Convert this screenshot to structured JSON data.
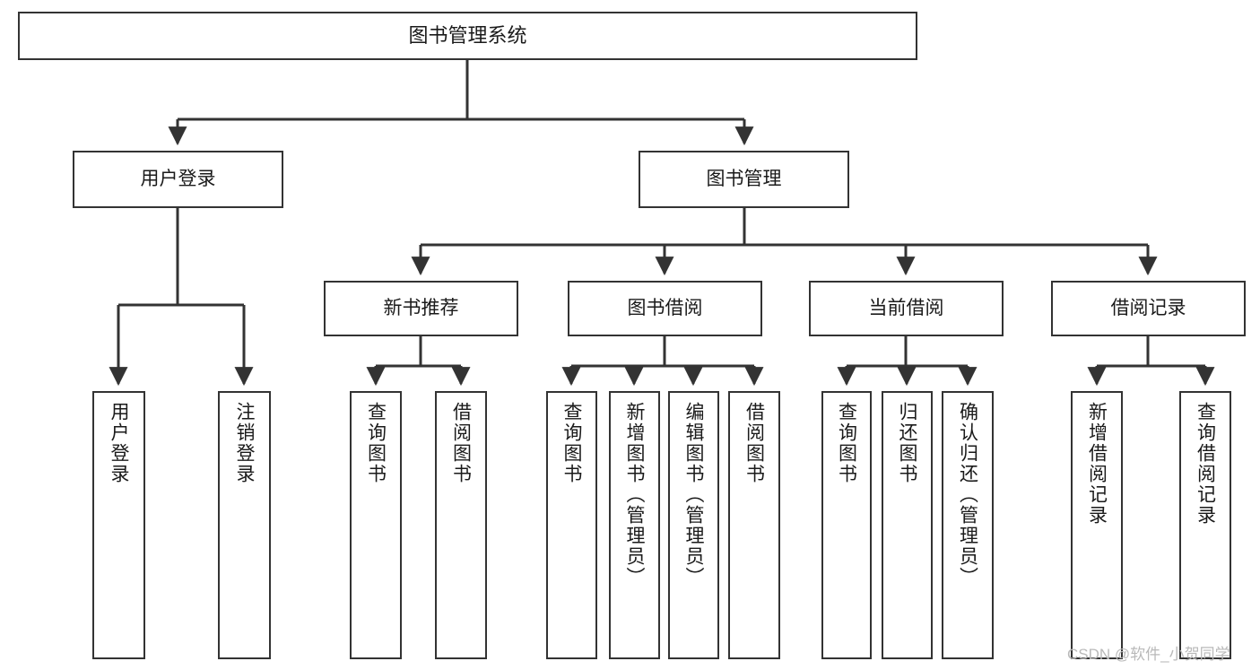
{
  "diagram": {
    "type": "hierarchy-tree",
    "title": "图书管理系统",
    "style": {
      "background": "#ffffff",
      "box_fill": "#ffffff",
      "box_stroke": "#333333",
      "text_color": "#1a1a1a",
      "connector_color": "#333333"
    },
    "levels": {
      "root": {
        "label": "图书管理系统"
      },
      "level2": [
        {
          "label": "用户登录"
        },
        {
          "label": "图书管理"
        }
      ],
      "level3": [
        {
          "label": "新书推荐"
        },
        {
          "label": "图书借阅"
        },
        {
          "label": "当前借阅"
        },
        {
          "label": "借阅记录"
        }
      ],
      "leaves": [
        {
          "label": "用户登录",
          "parent": "用户登录"
        },
        {
          "label": "注销登录",
          "parent": "用户登录"
        },
        {
          "label": "查询图书",
          "parent": "新书推荐"
        },
        {
          "label": "借阅图书",
          "parent": "新书推荐"
        },
        {
          "label": "查询图书",
          "parent": "图书借阅"
        },
        {
          "label": "新增图书（管理员）",
          "parent": "图书借阅"
        },
        {
          "label": "编辑图书（管理员）",
          "parent": "图书借阅"
        },
        {
          "label": "借阅图书",
          "parent": "图书借阅"
        },
        {
          "label": "查询图书",
          "parent": "当前借阅"
        },
        {
          "label": "归还图书",
          "parent": "当前借阅"
        },
        {
          "label": "确认归还（管理员）",
          "parent": "当前借阅"
        },
        {
          "label": "新增借阅记录",
          "parent": "借阅记录"
        },
        {
          "label": "查询借阅记录",
          "parent": "借阅记录"
        }
      ]
    }
  },
  "watermark": {
    "text": "CSDN @软件_小贺同学"
  }
}
